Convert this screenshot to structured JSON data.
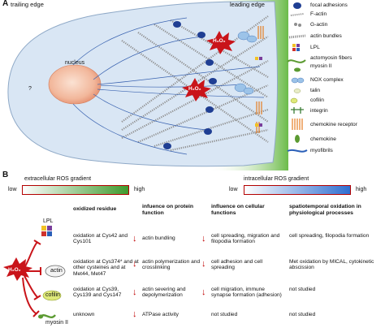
{
  "panel_a": {
    "label": "A",
    "trailing_edge": "trailing edge",
    "leading_edge": "leading edge",
    "nucleus": "nucleus",
    "question": "?",
    "h2o2": "H₂O₂",
    "legend": [
      {
        "label": "focal adhesions",
        "icon": "focal-adhesion-icon"
      },
      {
        "label": "F-actin",
        "icon": "f-actin-icon"
      },
      {
        "label": "G-actin",
        "icon": "g-actin-icon"
      },
      {
        "label": "actin bundles",
        "icon": "actin-bundle-icon"
      },
      {
        "label": "LPL",
        "icon": "lpl-icon"
      },
      {
        "label": "actomyosin fibers",
        "icon": "actomyosin-icon"
      },
      {
        "label": "myosin II",
        "icon": "myosin-icon"
      },
      {
        "label": "NOX complex",
        "icon": "nox-icon"
      },
      {
        "label": "talin",
        "icon": "talin-icon"
      },
      {
        "label": "cofilin",
        "icon": "cofilin-icon"
      },
      {
        "label": "integrin",
        "icon": "integrin-icon"
      },
      {
        "label": "chemokine receptor",
        "icon": "chemokine-receptor-icon"
      },
      {
        "label": "chemokine",
        "icon": "chemokine-icon"
      },
      {
        "label": "myofibrils",
        "icon": "myofibril-icon"
      }
    ]
  },
  "panel_b": {
    "label": "B",
    "extracellular": {
      "title": "extracellular ROS gradient",
      "low": "low",
      "high": "high",
      "color": "#3f9a2e"
    },
    "intracellular": {
      "title": "intracellular ROS gradient",
      "low": "low",
      "high": "high",
      "color": "#2f6fd1"
    },
    "proteins": {
      "lpl": "LPL",
      "actin": "actin",
      "cofilin": "cofilin",
      "myosin": "myosin II",
      "h2o2": "H₂O₂"
    },
    "headers": {
      "residue": "oxidized residue",
      "protein_function": "infuence on protein function",
      "cellular": "influence on cellular functions",
      "spatiotemporal": "spatiotemporal oxidation in physiological processes"
    },
    "rows": [
      {
        "residue": "oxidation at Cys42 and Cys101",
        "protein_function": "actin bundling",
        "cellular": "cell spreading, migration and filopodia formation",
        "spatiotemporal": "cell spreading, filopodia formation"
      },
      {
        "residue": "oxidation at Cys374* and at other cysteines and at Met44, Met47",
        "protein_function": "actin polymerization and crosslinking",
        "cellular": "cell adhesion and cell spreading",
        "spatiotemporal": "Met oxidation by MICAL, cytokinetic abscission"
      },
      {
        "residue": "oxidation at Cys39, Cys139 and Cys147",
        "protein_function": "actin severing and depolymerization",
        "cellular": "cell migration, immune synapse formation (adhesion)",
        "spatiotemporal": "not studied"
      },
      {
        "residue": "unknown",
        "protein_function": "ATPase activity",
        "cellular": "not studied",
        "spatiotemporal": "not studied"
      }
    ]
  }
}
